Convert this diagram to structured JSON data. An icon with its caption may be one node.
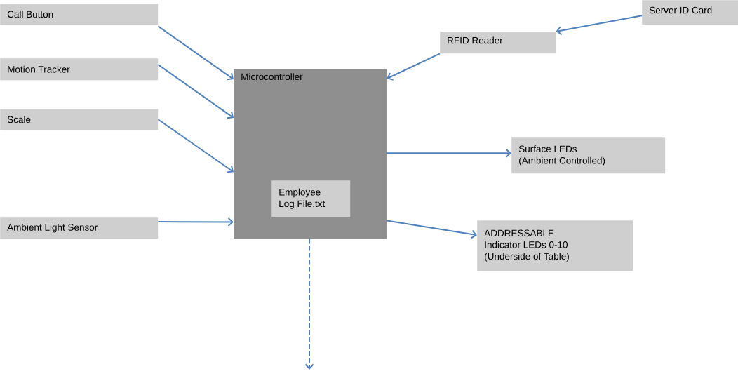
{
  "diagram": {
    "nodes": [
      {
        "text": [
          "Call Button"
        ]
      },
      {
        "text": [
          "Motion Tracker"
        ]
      },
      {
        "text": [
          "Scale"
        ]
      },
      {
        "text": [
          "Ambient Light Sensor"
        ]
      },
      {
        "text": [
          "Server ID Card"
        ]
      },
      {
        "text": [
          "RFID Reader"
        ]
      },
      {
        "text": [
          "Microcontroller"
        ]
      },
      {
        "text": [
          "Employee Log File.txt"
        ],
        "in": 6
      },
      {
        "text": [
          "Surface LEDs (Ambient Controlled)"
        ]
      },
      {
        "text": [
          "ADDRESSABLE Indicator LEDs 0-10 (Underside of Table)"
        ]
      }
    ],
    "edges": [
      {
        "from": 0,
        "to": 6,
        "arrow": "to"
      },
      {
        "from": 1,
        "to": 6,
        "arrow": "to"
      },
      {
        "from": 2,
        "to": 6,
        "arrow": "to"
      },
      {
        "from": 3,
        "to": 6,
        "arrow": "to"
      },
      {
        "from": 4,
        "to": 5,
        "arrow": "to"
      },
      {
        "from": 5,
        "to": 6,
        "arrow": "to"
      },
      {
        "from": 6,
        "to": 8,
        "arrow": "to"
      },
      {
        "from": 6,
        "to": 9,
        "arrow": "to"
      },
      {
        "from": 6,
        "to": null,
        "arrow": "to",
        "style": "dashed"
      }
    ]
  }
}
